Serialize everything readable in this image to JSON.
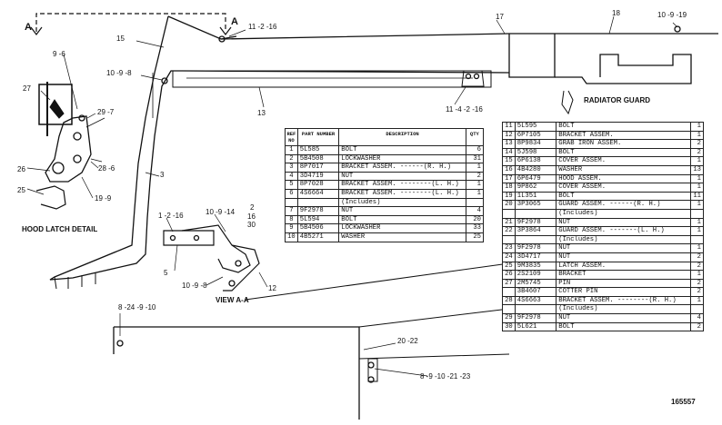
{
  "callouts": {
    "section_a_left": "A",
    "section_a_right": "A",
    "c_11_2_16_top": "11 -2 -16",
    "c_10_9_19": "10 -9 -19",
    "c_17": "17",
    "c_18": "18",
    "c_15": "15",
    "c_10_9_8_left": "10 -9 -8",
    "c_13": "13",
    "c_11_4_2_16": "11 -4 -2 -16",
    "radiator_guard": "RADIATOR GUARD",
    "c_9_6": "9 -6",
    "c_27": "27",
    "c_29_7": "29 -7",
    "c_26": "26",
    "c_28_6": "28 -6",
    "c_25": "25",
    "c_19_9": "19 -9",
    "c_3": "3",
    "hood_latch_detail": "HOOD LATCH DETAIL",
    "c_1_2_16": "1 -2 -16",
    "c_10_9_14": "10 -9 -14",
    "c_2": "2",
    "c_16": "16",
    "c_30": "30",
    "c_5": "5",
    "c_10_9_8_view": "10 -9 -8",
    "c_12": "12",
    "view_a_a": "VIEW A-A",
    "c_8_24_9_10": "8 -24 -9 -10",
    "c_20_22": "20 -22",
    "c_8_9_10_21_23": "8 -9 -10 -21 -23",
    "figure_number": "165557"
  },
  "table1": {
    "headers": [
      "REF NO",
      "PART NUMBER",
      "DESCRIPTION",
      "QTY"
    ],
    "rows": [
      {
        "ref": "1",
        "part": "5L585",
        "desc": "BOLT",
        "qty": "6"
      },
      {
        "ref": "2",
        "part": "5B4508",
        "desc": "LOCKWASHER",
        "qty": "31"
      },
      {
        "ref": "3",
        "part": "8P7017",
        "desc": "BRACKET ASSEM. ------(R. H.)",
        "qty": "1"
      },
      {
        "ref": "4",
        "part": "3D4719",
        "desc": "NUT",
        "qty": "2"
      },
      {
        "ref": "5",
        "part": "8P7028",
        "desc": "BRACKET ASSEM. --------(L. H.)",
        "qty": "1"
      },
      {
        "ref": "6",
        "part": "4S6664",
        "desc": "BRACKET ASSEM. --------(L. H.)",
        "qty": "1"
      },
      {
        "ref": "",
        "part": "",
        "desc": "(Includes)",
        "qty": ""
      },
      {
        "ref": "7",
        "part": "9F2978",
        "desc": "NUT",
        "qty": "4"
      },
      {
        "ref": "8",
        "part": "5L594",
        "desc": "BOLT",
        "qty": "20"
      },
      {
        "ref": "9",
        "part": "5B4506",
        "desc": "LOCKWASHER",
        "qty": "33"
      },
      {
        "ref": "10",
        "part": "4B5271",
        "desc": "WASHER",
        "qty": "25"
      }
    ]
  },
  "table2": {
    "rows": [
      {
        "ref": "11",
        "part": "5L595",
        "desc": "BOLT",
        "qty": "1"
      },
      {
        "ref": "12",
        "part": "6P7105",
        "desc": "BRACKET ASSEM.",
        "qty": "1"
      },
      {
        "ref": "13",
        "part": "8P9834",
        "desc": "GRAB IRON ASSEM.",
        "qty": "2"
      },
      {
        "ref": "14",
        "part": "5J598",
        "desc": "BOLT",
        "qty": "2"
      },
      {
        "ref": "15",
        "part": "6P6138",
        "desc": "COVER ASSEM.",
        "qty": "1"
      },
      {
        "ref": "16",
        "part": "4B4280",
        "desc": "WASHER",
        "qty": "13"
      },
      {
        "ref": "17",
        "part": "6P6479",
        "desc": "HOOD ASSEM.",
        "qty": "1"
      },
      {
        "ref": "18",
        "part": "9P862",
        "desc": "COVER ASSEM.",
        "qty": "1"
      },
      {
        "ref": "19",
        "part": "1L351",
        "desc": "BOLT",
        "qty": "11"
      },
      {
        "ref": "20",
        "part": "3P3065",
        "desc": "GUARD ASSEM. ------(R. H.)",
        "qty": "1"
      },
      {
        "ref": "",
        "part": "",
        "desc": "(Includes)",
        "qty": ""
      },
      {
        "ref": "21",
        "part": "9F2978",
        "desc": "NUT",
        "qty": "1"
      },
      {
        "ref": "22",
        "part": "3P3864",
        "desc": "GUARD ASSEM. -------(L. H.)",
        "qty": "1"
      },
      {
        "ref": "",
        "part": "",
        "desc": "(Includes)",
        "qty": ""
      },
      {
        "ref": "23",
        "part": "9F2978",
        "desc": "NUT",
        "qty": "1"
      },
      {
        "ref": "24",
        "part": "3D4717",
        "desc": "NUT",
        "qty": "2"
      },
      {
        "ref": "25",
        "part": "9M3835",
        "desc": "LATCH ASSEM.",
        "qty": "2"
      },
      {
        "ref": "26",
        "part": "2S2109",
        "desc": "BRACKET",
        "qty": "1"
      },
      {
        "ref": "27",
        "part": "2M5745",
        "desc": "PIN",
        "qty": "2"
      },
      {
        "ref": "",
        "part": "3B4607",
        "desc": "COTTER PIN",
        "qty": "2"
      },
      {
        "ref": "28",
        "part": "4S6663",
        "desc": "BRACKET ASSEM. --------(R. H.)",
        "qty": "1"
      },
      {
        "ref": "",
        "part": "",
        "desc": "(Includes)",
        "qty": ""
      },
      {
        "ref": "29",
        "part": "9F2978",
        "desc": "NUT",
        "qty": "4"
      },
      {
        "ref": "30",
        "part": "5L621",
        "desc": "BOLT",
        "qty": "2"
      }
    ]
  }
}
